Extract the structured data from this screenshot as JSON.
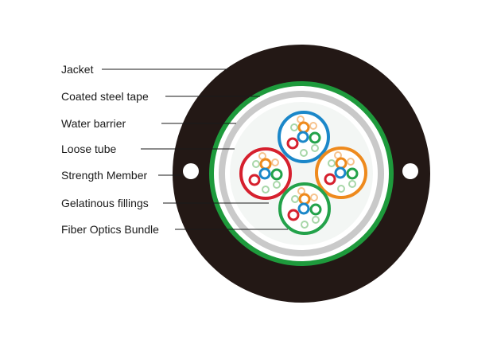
{
  "labels": {
    "jacket": "Jacket",
    "coated_steel_tape": "Coated steel tape",
    "water_barrier": "Water barrier",
    "loose_tube": "Loose tube",
    "strength_member": "Strength Member",
    "gelatinous_fillings": "Gelatinous fillings",
    "fiber_optics_bundle": "Fiber Optics Bundle"
  },
  "colors": {
    "jacket": "#231815",
    "coated_steel_tape": "#1e9a3c",
    "water_barrier": "#c9c9c9",
    "gel_fill": "#f3f6f4",
    "fiber_blue": "#1b87c9",
    "fiber_orange": "#ee8a1d",
    "fiber_red": "#d6202e",
    "fiber_green": "#23a24a",
    "fiber_light_green": "#a8d7a9",
    "fiber_light_orange": "#f6c38e"
  },
  "loose_tubes": [
    {
      "position": "top",
      "color": "fiber_blue"
    },
    {
      "position": "right",
      "color": "fiber_orange"
    },
    {
      "position": "left",
      "color": "fiber_red"
    },
    {
      "position": "bottom",
      "color": "fiber_green"
    }
  ]
}
